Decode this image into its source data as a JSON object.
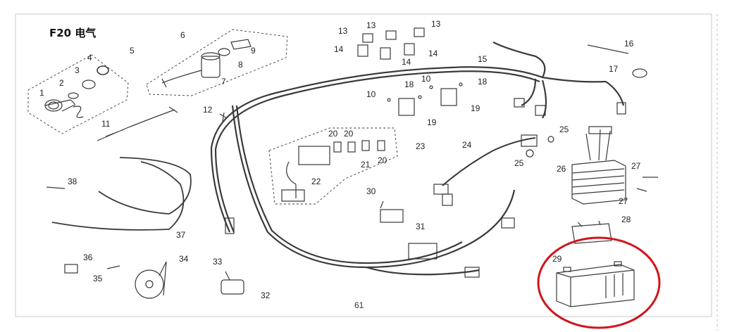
{
  "title": "F20 电气",
  "page_number": "61",
  "callouts": [
    "1",
    "2",
    "3",
    "4",
    "5",
    "6",
    "7",
    "8",
    "9",
    "10",
    "10",
    "11",
    "12",
    "13",
    "13",
    "13",
    "14",
    "14",
    "14",
    "15",
    "16",
    "17",
    "18",
    "18",
    "19",
    "19",
    "20",
    "20",
    "20",
    "21",
    "22",
    "23",
    "24",
    "25",
    "25",
    "26",
    "27",
    "27",
    "28",
    "29",
    "30",
    "31",
    "32",
    "33",
    "34",
    "35",
    "36",
    "37",
    "38"
  ],
  "highlight_color": "#d0141b",
  "line_color": "#3a3a3a"
}
